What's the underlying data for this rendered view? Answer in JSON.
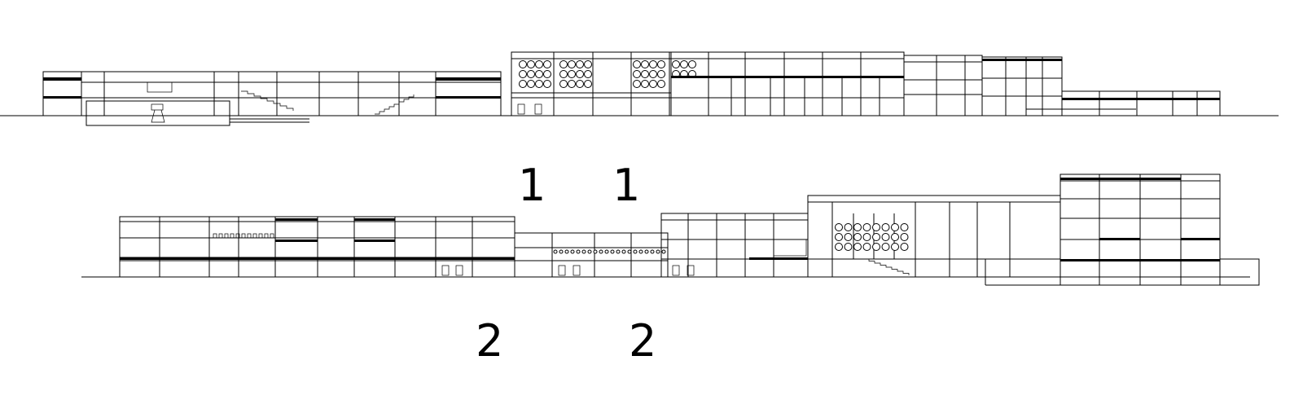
{
  "section_marks": {
    "cut_1_left": "1",
    "cut_1_right": "1",
    "cut_2_left": "2",
    "cut_2_right": "2"
  },
  "colors": {
    "line": "#000000",
    "background": "#ffffff"
  }
}
